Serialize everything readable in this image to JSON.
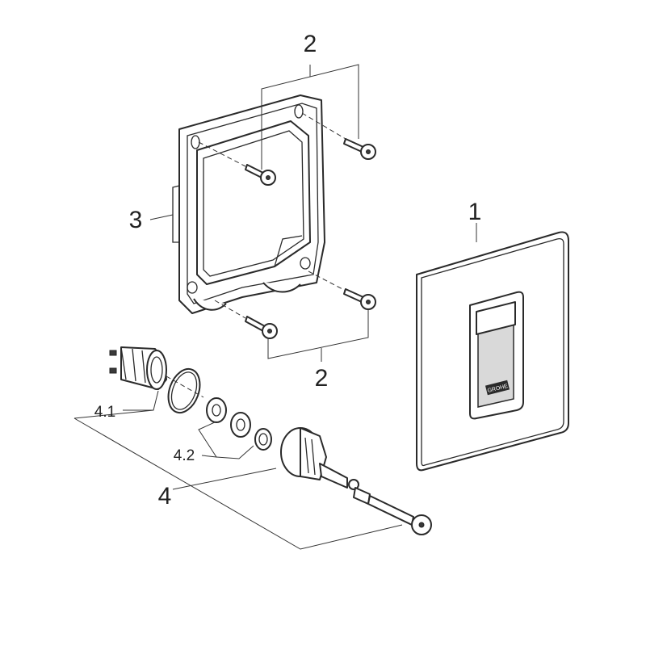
{
  "callouts": {
    "cover_plate": "1",
    "screws_top": "2",
    "screws_bottom": "2",
    "mounting_frame": "3",
    "valve_assembly": "4",
    "sub_4_1": "4.1",
    "sub_4_2": "4.2"
  },
  "logo_text": "GROHE"
}
